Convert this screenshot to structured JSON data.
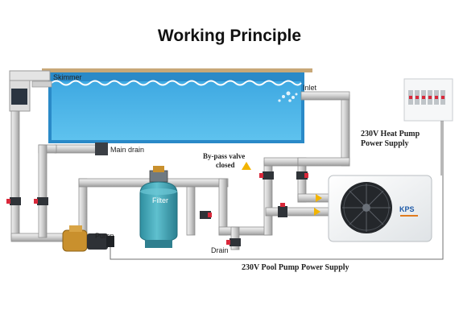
{
  "title": "Working Principle",
  "labels": {
    "skimmer": "Skimmer",
    "inlet": "Inlet",
    "main_drain": "Main drain",
    "filter": "Filter",
    "pump": "Pump",
    "drain": "Drain",
    "bypass_line1": "By-pass valve",
    "bypass_line2": "closed",
    "heat_pump_supply_line1": "230V Heat Pump",
    "heat_pump_supply_line2": "Power Supply",
    "pool_pump_supply": "230V Pool Pump Power Supply",
    "heat_pump_brand": "KPS"
  },
  "colors": {
    "water": "#4ab3e6",
    "pipe": "#d4d4d4",
    "valve_red": "#d9283a",
    "filter_teal": "#45a9b7",
    "pump_gold": "#c9902d",
    "flow_arrow": "#f2b400",
    "pool_deck": "#c8a878"
  }
}
